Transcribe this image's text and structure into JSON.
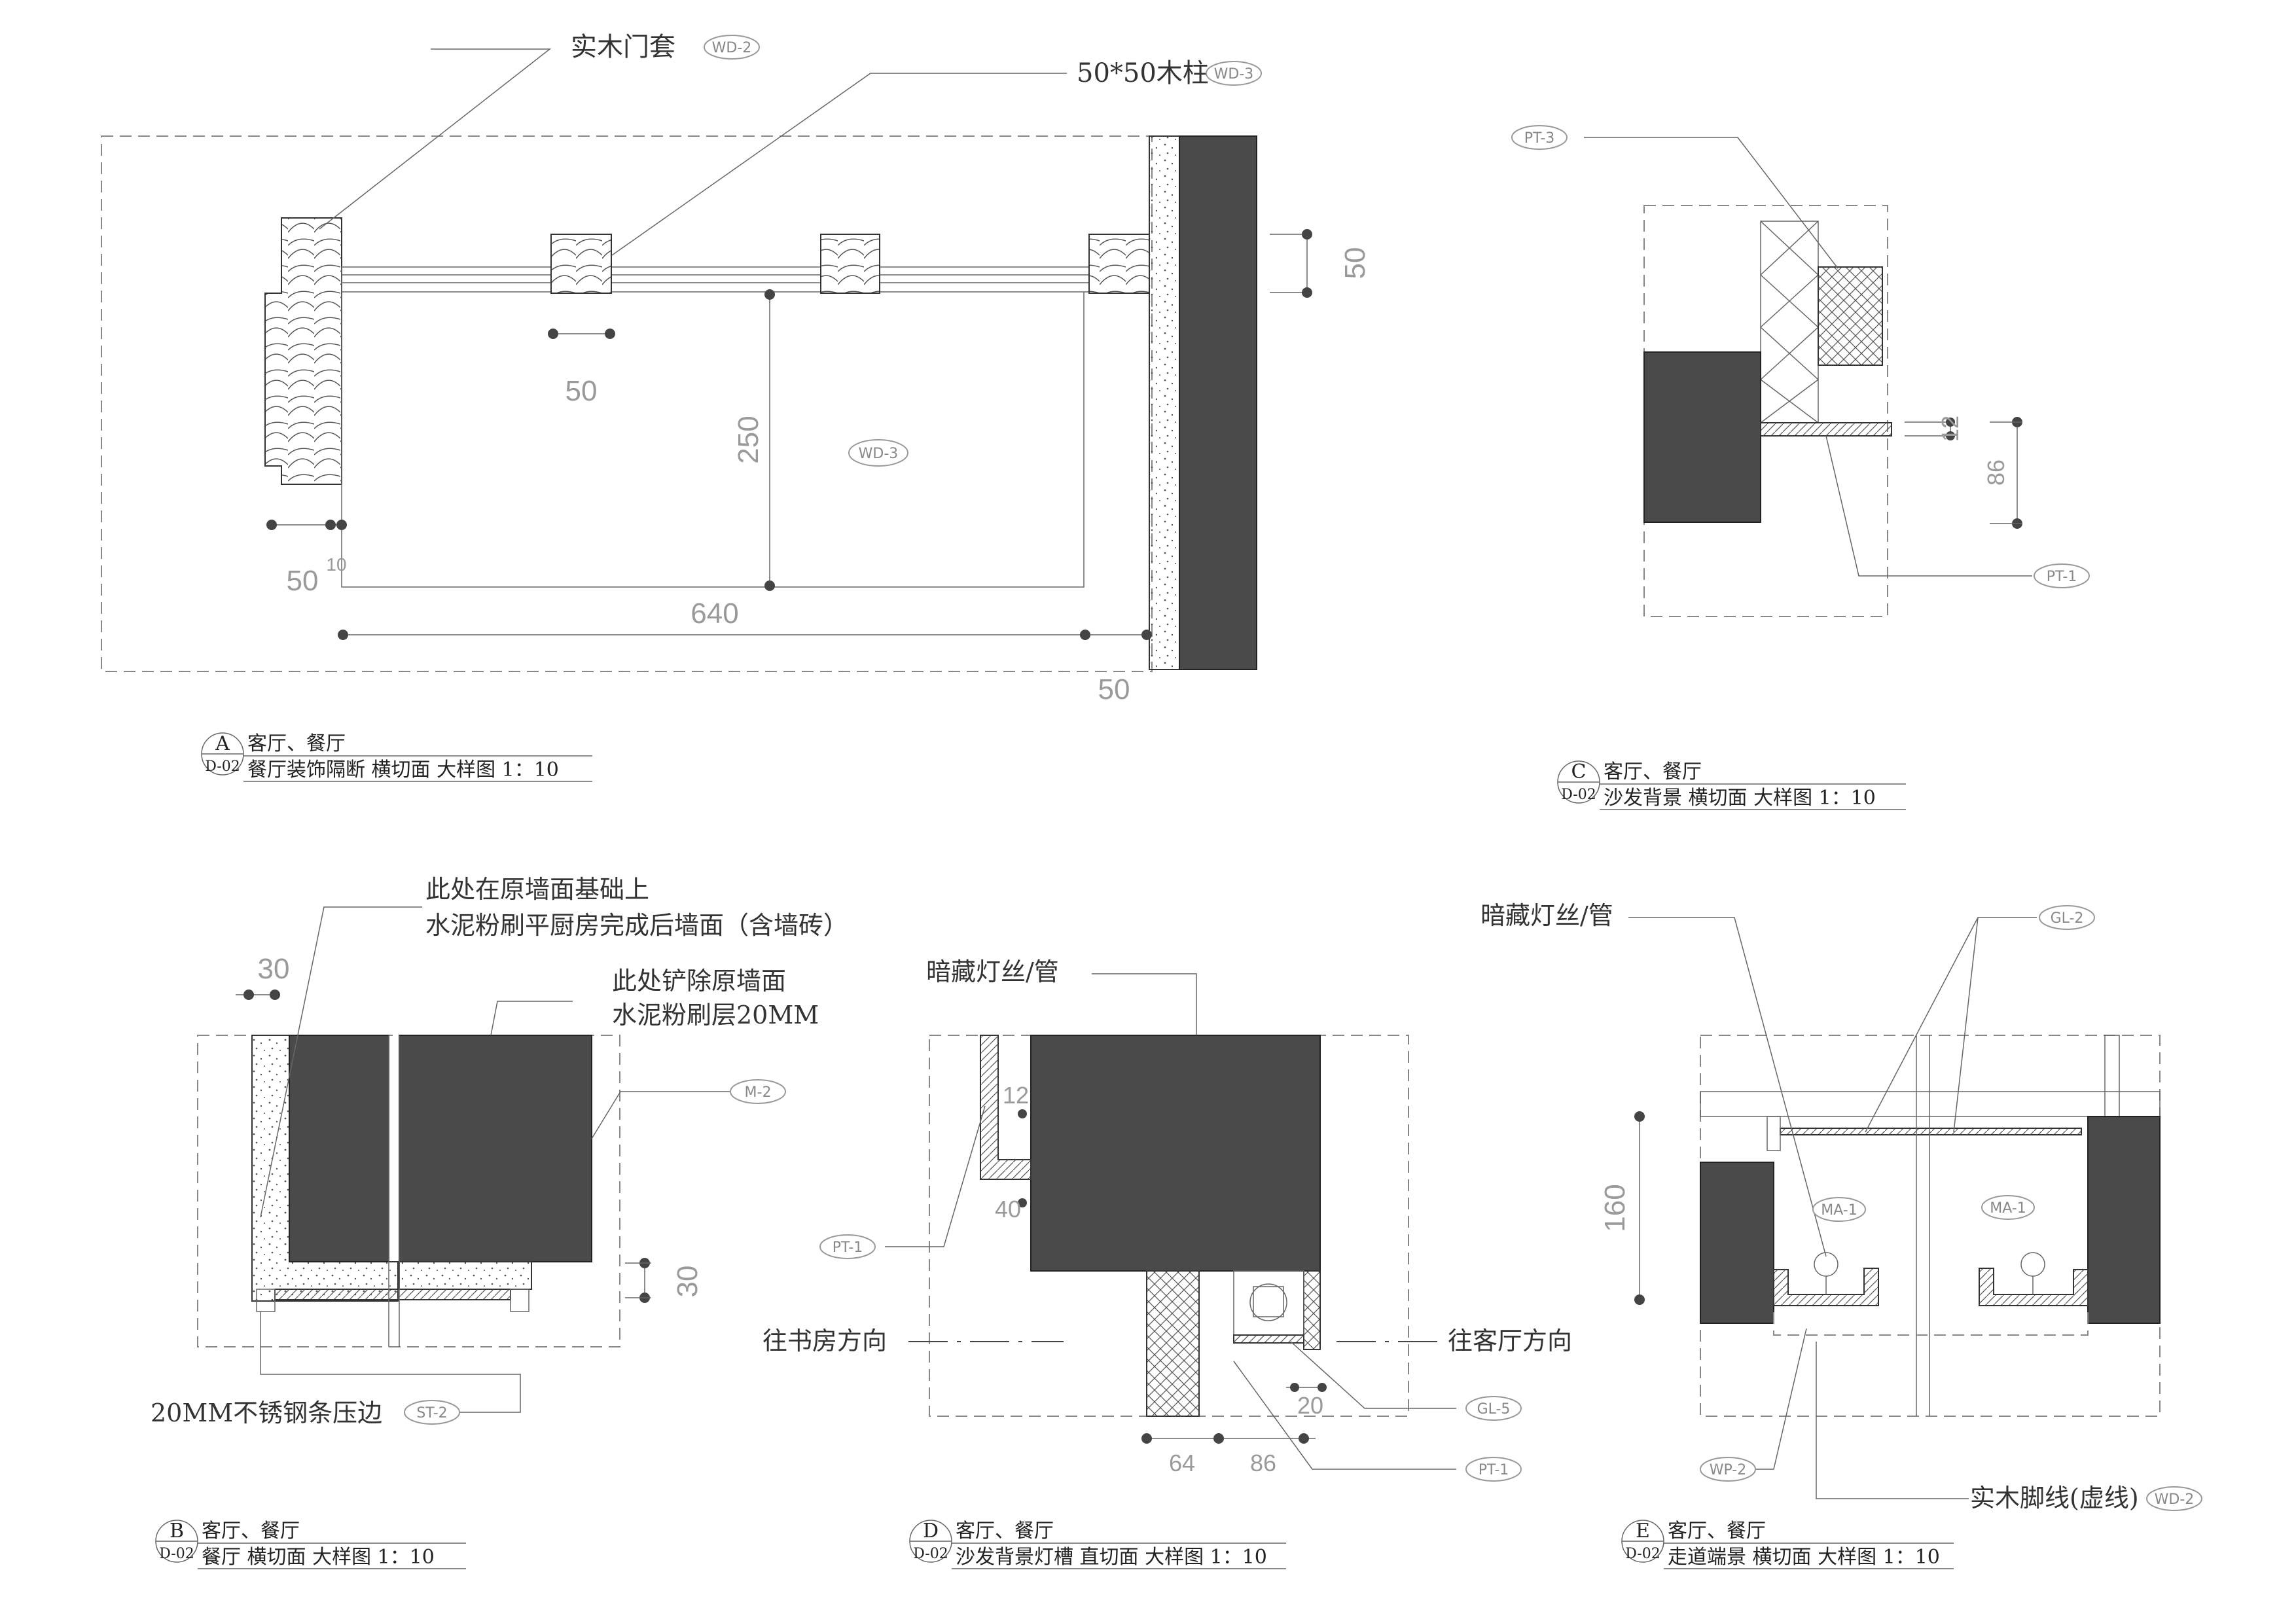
{
  "labels": {
    "a_door_casing": "实木门套",
    "a_wood_post": "50*50木柱",
    "b_note1_line1": "此处在原墙面基础上",
    "b_note1_line2": "水泥粉刷平厨房完成后墙面（含墙砖）",
    "b_note2_line1": "此处铲除原墙面",
    "b_note2_line2": "水泥粉刷层20MM",
    "b_steel_edge": "20MM不锈钢条压边",
    "d_hidden_light": "暗藏灯丝/管",
    "d_to_study": "往书房方向",
    "d_to_living": "往客厅方向",
    "e_hidden_light": "暗藏灯丝/管",
    "e_skirting": "实木脚线(虚线)"
  },
  "tags": {
    "wd2": "WD-2",
    "wd3": "WD-3",
    "pt3": "PT-3",
    "pt1": "PT-1",
    "m2": "M-2",
    "st2": "ST-2",
    "gl5": "GL-5",
    "gl2": "GL-2",
    "ma1": "MA-1",
    "wp2": "WP-2"
  },
  "dims": {
    "a_50_top": "50",
    "a_50_post": "50",
    "a_250": "250",
    "a_50_left": "50",
    "a_10": "10",
    "a_640": "640",
    "a_50_bottom": "50",
    "c_12": "12",
    "c_86": "86",
    "b_30_top": "30",
    "b_30_right": "30",
    "d_12": "12",
    "d_40": "40",
    "d_20": "20",
    "d_64": "64",
    "d_86": "86",
    "e_160": "160"
  },
  "titles": {
    "a": {
      "letter": "A",
      "sheet": "D-02",
      "line1": "客厅、餐厅",
      "line2": "餐厅装饰隔断  横切面 大样图 1：10"
    },
    "b": {
      "letter": "B",
      "sheet": "D-02",
      "line1": "客厅、餐厅",
      "line2": "餐厅   横切面 大样图 1：10"
    },
    "c": {
      "letter": "C",
      "sheet": "D-02",
      "line1": "客厅、餐厅",
      "line2": "沙发背景   横切面 大样图 1：10"
    },
    "d": {
      "letter": "D",
      "sheet": "D-02",
      "line1": "客厅、餐厅",
      "line2": "沙发背景灯槽 直切面 大样图 1：10"
    },
    "e": {
      "letter": "E",
      "sheet": "D-02",
      "line1": "客厅、餐厅",
      "line2": "走道端景 横切面 大样图 1：10"
    }
  }
}
